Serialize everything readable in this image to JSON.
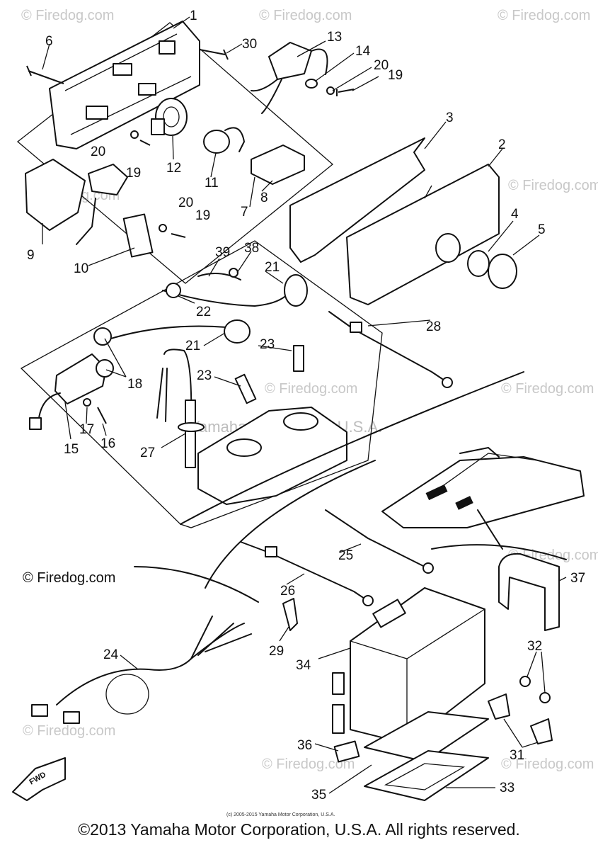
{
  "watermarks": {
    "firedog": "© Firedog.com",
    "firedog_short": "Firedog.com",
    "yamaha": "Yamaha Motor Corp. U.S.A."
  },
  "site_label": "© Firedog.com",
  "fwd_label": "FWD",
  "small_copyright": "(c) 2005-2015 Yamaha Motor Corporation, U.S.A.",
  "footer_copyright": "©2013 Yamaha Motor Corporation, U.S.A. All rights reserved.",
  "callouts": [
    "1",
    "2",
    "3",
    "4",
    "5",
    "6",
    "7",
    "8",
    "9",
    "10",
    "11",
    "12",
    "13",
    "14",
    "15",
    "16",
    "17",
    "18",
    "19",
    "19",
    "19",
    "20",
    "20",
    "20",
    "21",
    "21",
    "22",
    "23",
    "23",
    "24",
    "25",
    "26",
    "27",
    "28",
    "29",
    "30",
    "31",
    "32",
    "33",
    "34",
    "35",
    "36",
    "37",
    "38",
    "39"
  ]
}
